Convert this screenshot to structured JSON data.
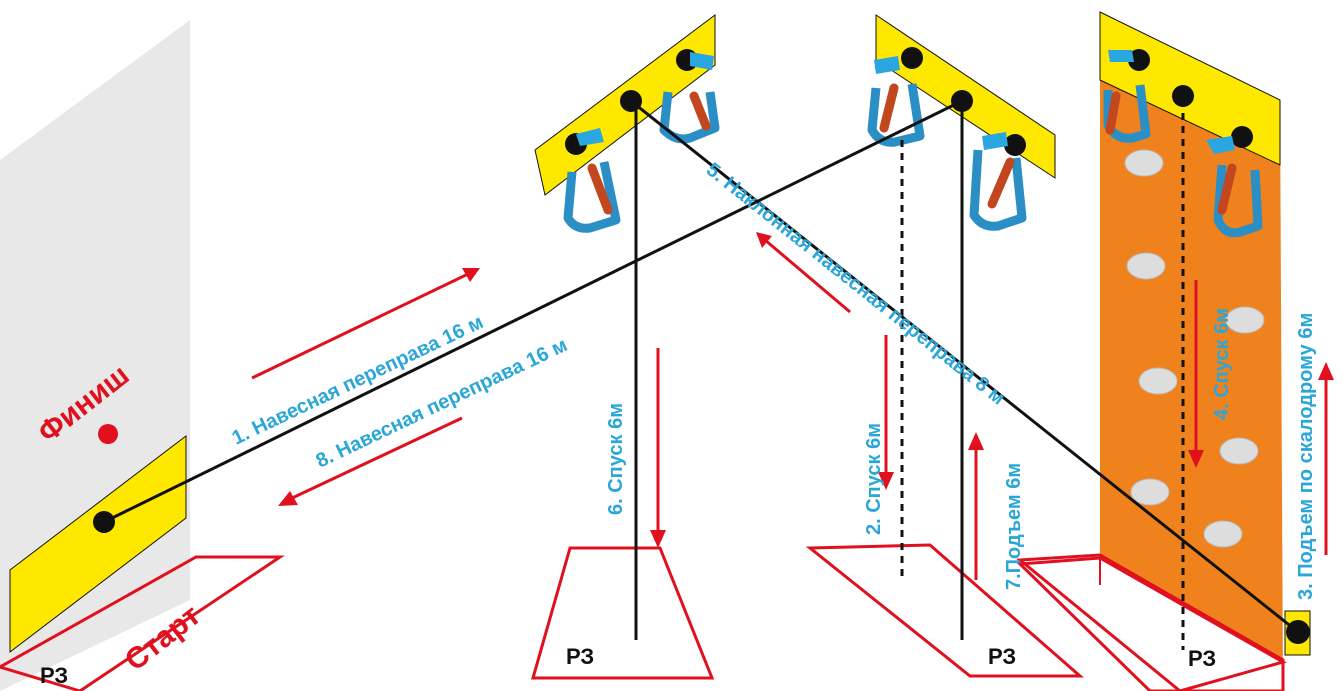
{
  "finish_label": "Финиш",
  "start_label": "Старт",
  "zone_label": "РЗ",
  "stages": {
    "s1": "1. Навесная переправа 16 м",
    "s2": "2. Спуск 6м",
    "s3": "3. Подъем по скалодрому 6м",
    "s4": "4. Спуск 6м",
    "s5": "5. Наклонная навесная переправа 8 м",
    "s6": "6. Спуск 6м",
    "s7": "7.Подъем 6м",
    "s8": "8. Навесная переправа 16 м"
  },
  "colors": {
    "wall_gray": "#e8e8e8",
    "climbing_wall": "#f0821e",
    "anchor_plate": "#ffe800",
    "label_blue": "#2aa6d8",
    "arrow_red": "#e0101e",
    "rope_black": "#111111"
  }
}
